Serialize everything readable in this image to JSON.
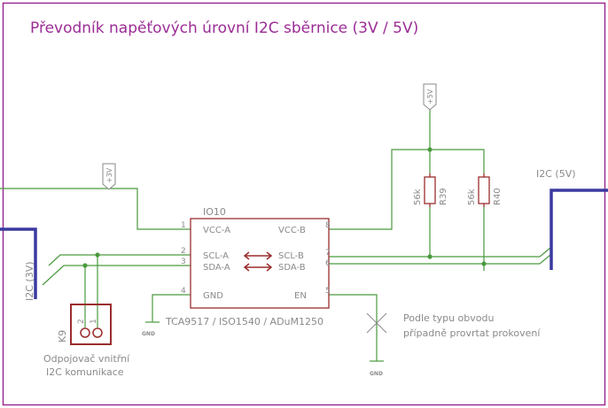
{
  "title": "Převodník napěťových úrovní I2C sběrnice (3V / 5V)",
  "colors": {
    "frame": "#9b2d96",
    "wire": "#4a9a3e",
    "part": "#9b2d2d",
    "bus": "#3a3aa0",
    "text": "#8a8a8a"
  },
  "supplies": {
    "v3": "+3V",
    "v5": "+5V",
    "gnd": "GND"
  },
  "ic": {
    "name": "IO10",
    "part_numbers": "TCA9517 / ISO1540 / ADuM1250",
    "pins": {
      "vcca": {
        "num": "1",
        "label": "VCC-A"
      },
      "scla": {
        "num": "2",
        "label": "SCL-A"
      },
      "sdaa": {
        "num": "3",
        "label": "SDA-A"
      },
      "gnd": {
        "num": "4",
        "label": "GND"
      },
      "en": {
        "num": "5",
        "label": "EN"
      },
      "sdab": {
        "num": "6",
        "label": "SDA-B"
      },
      "sclb": {
        "num": "7",
        "label": "SCL-B"
      },
      "vccb": {
        "num": "8",
        "label": "VCC-B"
      }
    }
  },
  "resistors": [
    {
      "name": "R39",
      "value": "56k"
    },
    {
      "name": "R40",
      "value": "56k"
    }
  ],
  "buses": {
    "left": "I2C (3V)",
    "right": "I2C (5V)"
  },
  "jumper": {
    "name": "K9",
    "pin1": "1",
    "pin2": "2",
    "caption_line1": "Odpojovač vnitřní",
    "caption_line2": "I2C komunikace"
  },
  "en_note": {
    "line1": "Podle typu obvodu",
    "line2": "případně provrtat prokovení"
  }
}
